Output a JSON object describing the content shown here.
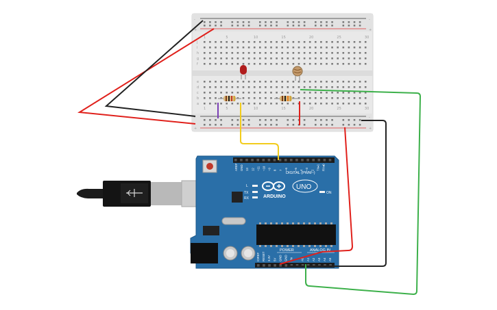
{
  "breadboard": {
    "rail_plus": "+",
    "rail_minus": "-",
    "row_letters_top": [
      "j",
      "i",
      "h",
      "g",
      "f"
    ],
    "row_letters_bottom": [
      "e",
      "d",
      "c",
      "b",
      "a"
    ],
    "column_numbers": [
      "1",
      "5",
      "10",
      "15",
      "20",
      "25",
      "30"
    ]
  },
  "arduino": {
    "brand": "ARDUINO",
    "model": "UNO",
    "digital_header_label": "DIGITAL (PWM~)",
    "analog_header_label": "ANALOG IN",
    "power_header_label": "POWER",
    "on_label": "ON",
    "tx_label": "TX",
    "rx_label": "RX",
    "l_label": "L",
    "aref_label": "AREF",
    "gnd_label": "GND",
    "digital_pins": [
      "13",
      "12",
      "~11",
      "~10",
      "~9",
      "8",
      "7",
      "~6",
      "~5",
      "4",
      "~3",
      "2",
      "TX▸1",
      "RX◂0"
    ],
    "power_pins": [
      "IOREF",
      "RESET",
      "3.3V",
      "5V",
      "GND",
      "GND",
      "Vin"
    ],
    "analog_pins": [
      "A0",
      "A1",
      "A2",
      "A3",
      "A4",
      "A5"
    ]
  },
  "components": {
    "led": "led",
    "photoresistor": "photoresistor",
    "resistor_led": "resistor",
    "resistor_ldr": "resistor"
  },
  "colors": {
    "wire_red": "#e0201b",
    "wire_black": "#222222",
    "wire_yellow": "#f2cc1c",
    "wire_green": "#3cb04a",
    "wire_purple": "#7b3fb5",
    "board_blue": "#2a6fa8"
  }
}
